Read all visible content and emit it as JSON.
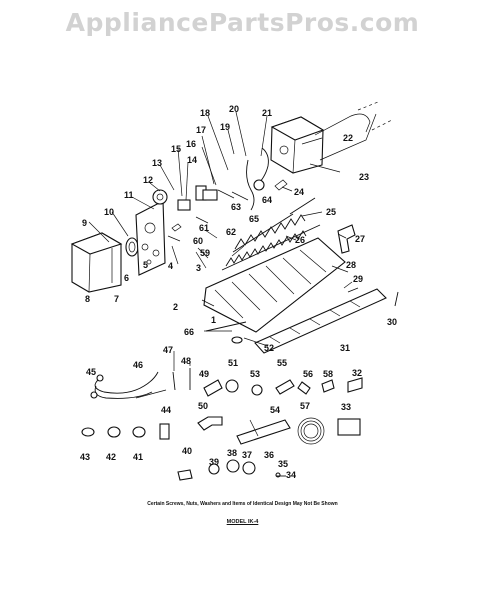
{
  "watermark": "AppliancePartsPros.com",
  "footnote": "Certain Screws, Nuts, Washers and Items of Identical Design May Not Be Shown",
  "model_label": "MODEL IK-4",
  "callouts": [
    {
      "id": "c1",
      "text": "1"
    },
    {
      "id": "c2",
      "text": "2"
    },
    {
      "id": "c3",
      "text": "3"
    },
    {
      "id": "c4",
      "text": "4"
    },
    {
      "id": "c5",
      "text": "5"
    },
    {
      "id": "c6",
      "text": "6"
    },
    {
      "id": "c7",
      "text": "7"
    },
    {
      "id": "c8",
      "text": "8"
    },
    {
      "id": "c9",
      "text": "9"
    },
    {
      "id": "c10",
      "text": "10"
    },
    {
      "id": "c11",
      "text": "11"
    },
    {
      "id": "c12",
      "text": "12"
    },
    {
      "id": "c13",
      "text": "13"
    },
    {
      "id": "c14",
      "text": "14"
    },
    {
      "id": "c15",
      "text": "15"
    },
    {
      "id": "c16",
      "text": "16"
    },
    {
      "id": "c17",
      "text": "17"
    },
    {
      "id": "c18",
      "text": "18"
    },
    {
      "id": "c19",
      "text": "19"
    },
    {
      "id": "c20",
      "text": "20"
    },
    {
      "id": "c21",
      "text": "21"
    },
    {
      "id": "c22",
      "text": "22"
    },
    {
      "id": "c23",
      "text": "23"
    },
    {
      "id": "c24",
      "text": "24"
    },
    {
      "id": "c25",
      "text": "25"
    },
    {
      "id": "c26",
      "text": "26"
    },
    {
      "id": "c27",
      "text": "27"
    },
    {
      "id": "c28",
      "text": "28"
    },
    {
      "id": "c29",
      "text": "29"
    },
    {
      "id": "c30",
      "text": "30"
    },
    {
      "id": "c31",
      "text": "31"
    },
    {
      "id": "c32",
      "text": "32"
    },
    {
      "id": "c33",
      "text": "33"
    },
    {
      "id": "c34",
      "text": "34"
    },
    {
      "id": "c35",
      "text": "35"
    },
    {
      "id": "c36",
      "text": "36"
    },
    {
      "id": "c37",
      "text": "37"
    },
    {
      "id": "c38",
      "text": "38"
    },
    {
      "id": "c39",
      "text": "39"
    },
    {
      "id": "c40",
      "text": "40"
    },
    {
      "id": "c41",
      "text": "41"
    },
    {
      "id": "c42",
      "text": "42"
    },
    {
      "id": "c43",
      "text": "43"
    },
    {
      "id": "c44",
      "text": "44"
    },
    {
      "id": "c45",
      "text": "45"
    },
    {
      "id": "c46",
      "text": "46"
    },
    {
      "id": "c47",
      "text": "47"
    },
    {
      "id": "c48",
      "text": "48"
    },
    {
      "id": "c49",
      "text": "49"
    },
    {
      "id": "c50",
      "text": "50"
    },
    {
      "id": "c51",
      "text": "51"
    },
    {
      "id": "c52",
      "text": "52"
    },
    {
      "id": "c53",
      "text": "53"
    },
    {
      "id": "c54",
      "text": "54"
    },
    {
      "id": "c55",
      "text": "55"
    },
    {
      "id": "c56",
      "text": "56"
    },
    {
      "id": "c57",
      "text": "57"
    },
    {
      "id": "c58",
      "text": "58"
    },
    {
      "id": "c59",
      "text": "59"
    },
    {
      "id": "c60",
      "text": "60"
    },
    {
      "id": "c61",
      "text": "61"
    },
    {
      "id": "c62",
      "text": "62"
    },
    {
      "id": "c63",
      "text": "63"
    },
    {
      "id": "c64",
      "text": "64"
    },
    {
      "id": "c65",
      "text": "65"
    },
    {
      "id": "c66",
      "text": "66"
    }
  ]
}
